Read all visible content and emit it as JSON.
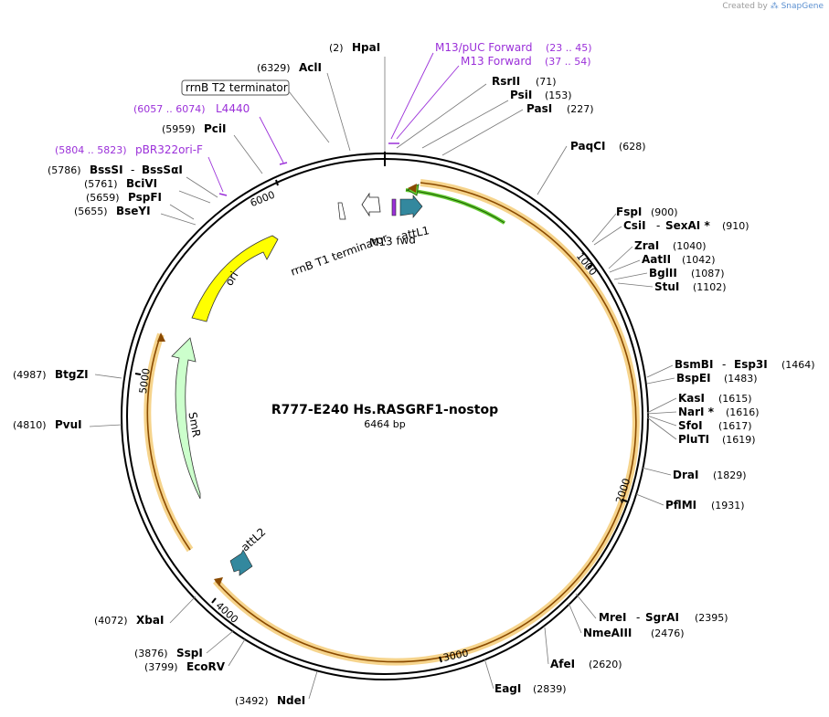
{
  "credit": {
    "prefix": "Created by",
    "brand": "SnapGene"
  },
  "plasmid": {
    "name": "R777-E240 Hs.RASGRF1-nostop",
    "length": "6464 bp",
    "total_bp": 6464
  },
  "ticks": [
    "1000",
    "2000",
    "3000",
    "4000",
    "5000",
    "6000"
  ],
  "enzymes": [
    {
      "name": "HpaI",
      "pos": "(2)",
      "side": "L"
    },
    {
      "name": "AclI",
      "pos": "(6329)",
      "side": "L"
    },
    {
      "name": "PciI",
      "pos": "(5959)",
      "side": "L"
    },
    {
      "name": "BssSI",
      "name2": "BssSαI",
      "pos": "(5786)",
      "side": "L"
    },
    {
      "name": "BciVI",
      "pos": "(5761)",
      "side": "L"
    },
    {
      "name": "PspFI",
      "pos": "(5659)",
      "side": "L"
    },
    {
      "name": "BseYI",
      "pos": "(5655)",
      "side": "L"
    },
    {
      "name": "BtgZI",
      "pos": "(4987)",
      "side": "L"
    },
    {
      "name": "PvuI",
      "pos": "(4810)",
      "side": "L"
    },
    {
      "name": "XbaI",
      "pos": "(4072)",
      "side": "L"
    },
    {
      "name": "SspI",
      "pos": "(3876)",
      "side": "L"
    },
    {
      "name": "EcoRV",
      "pos": "(3799)",
      "side": "L"
    },
    {
      "name": "NdeI",
      "pos": "(3492)",
      "side": "L"
    },
    {
      "name": "RsrII",
      "pos": "(71)",
      "side": "R"
    },
    {
      "name": "PsiI",
      "pos": "(153)",
      "side": "R"
    },
    {
      "name": "PasI",
      "pos": "(227)",
      "side": "R"
    },
    {
      "name": "PaqCI",
      "pos": "(628)",
      "side": "R"
    },
    {
      "name": "FspI",
      "pos": "(900)",
      "side": "R"
    },
    {
      "name": "CsiI",
      "name2": "SexAI *",
      "pos": "(910)",
      "side": "R"
    },
    {
      "name": "ZraI",
      "pos": "(1040)",
      "side": "R"
    },
    {
      "name": "AatII",
      "pos": "(1042)",
      "side": "R"
    },
    {
      "name": "BglII",
      "pos": "(1087)",
      "side": "R"
    },
    {
      "name": "StuI",
      "pos": "(1102)",
      "side": "R"
    },
    {
      "name": "BsmBI",
      "name2": "Esp3I",
      "pos": "(1464)",
      "side": "R"
    },
    {
      "name": "BspEI",
      "pos": "(1483)",
      "side": "R"
    },
    {
      "name": "KasI",
      "pos": "(1615)",
      "side": "R"
    },
    {
      "name": "NarI *",
      "pos": "(1616)",
      "side": "R"
    },
    {
      "name": "SfoI",
      "pos": "(1617)",
      "side": "R"
    },
    {
      "name": "PluTI",
      "pos": "(1619)",
      "side": "R"
    },
    {
      "name": "DraI",
      "pos": "(1829)",
      "side": "R"
    },
    {
      "name": "PflMI",
      "pos": "(1931)",
      "side": "R"
    },
    {
      "name": "MreI",
      "name2": "SgrAI",
      "pos": "(2395)",
      "side": "R"
    },
    {
      "name": "NmeAIII",
      "pos": "(2476)",
      "side": "R"
    },
    {
      "name": "AfeI",
      "pos": "(2620)",
      "side": "R"
    },
    {
      "name": "EagI",
      "pos": "(2839)",
      "side": "R"
    }
  ],
  "primers": [
    {
      "name": "M13/pUC Forward",
      "range": "(23 .. 45)"
    },
    {
      "name": "M13 Forward",
      "range": "(37 .. 54)"
    },
    {
      "name": "L4440",
      "range": "(6057 .. 6074)"
    },
    {
      "name": "pBR322ori-F",
      "range": "(5804 .. 5823)"
    }
  ],
  "features": {
    "rrnB_T2": "rrnB T2 terminator",
    "rrnB_T1": "rrnB T1 terminator",
    "attL1": "attL1",
    "m13fwd": "M13 fwd",
    "ori": "ori",
    "SmR": "SmR",
    "attL2": "attL2"
  },
  "colors": {
    "ori": "#ffff00",
    "SmR": "#ccffcc",
    "attL": "#33889e",
    "orf": "#f0a830",
    "orf_green": "#66cc33",
    "primer": "#9b30d9",
    "ring": "#000000"
  }
}
